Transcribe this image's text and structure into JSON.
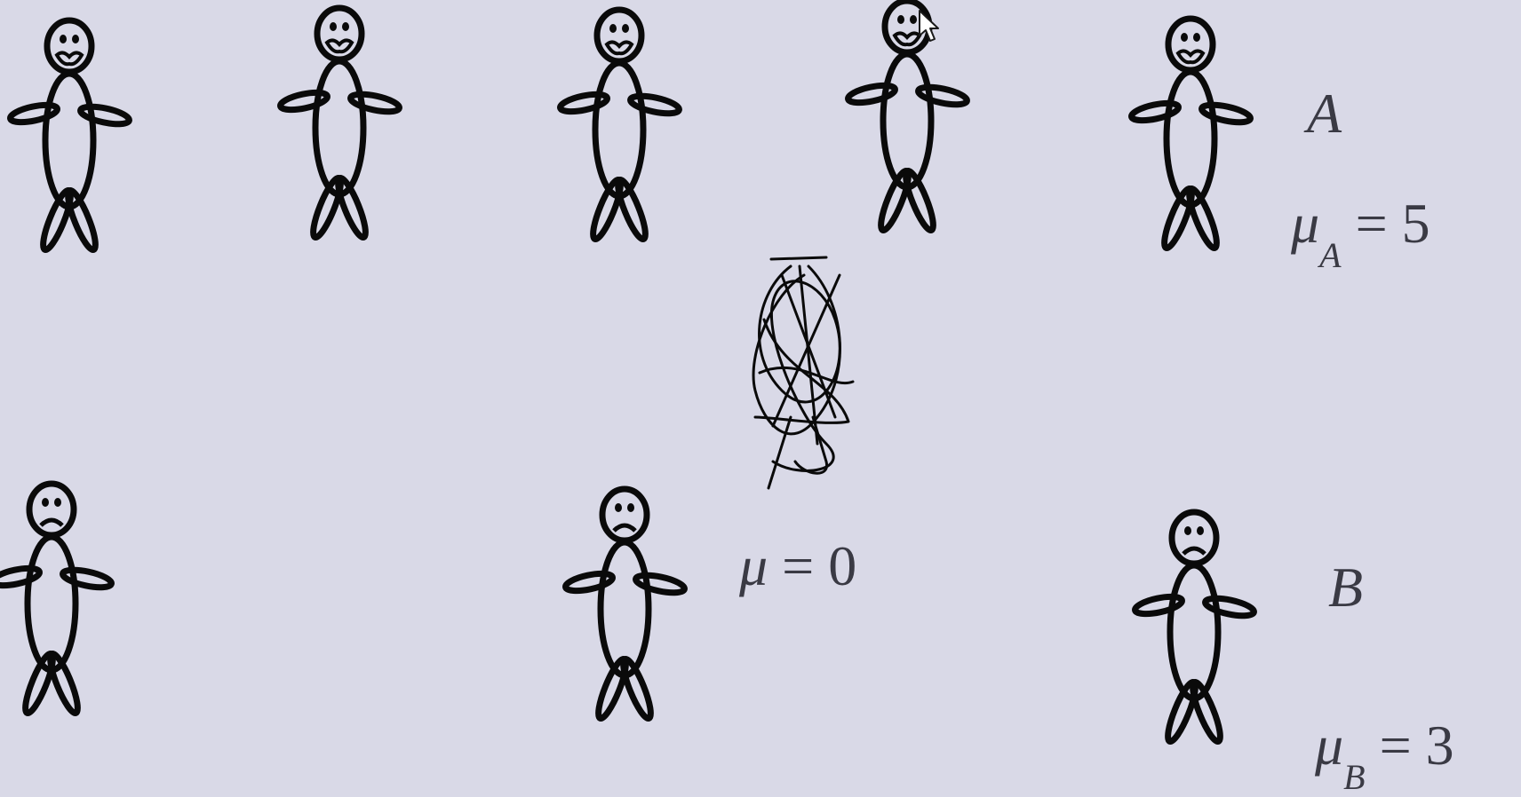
{
  "figures": [
    {
      "name": "person-top-1",
      "mood": "happy"
    },
    {
      "name": "person-top-2",
      "mood": "happy"
    },
    {
      "name": "person-top-3",
      "mood": "happy"
    },
    {
      "name": "person-top-4",
      "mood": "happy"
    },
    {
      "name": "person-top-5",
      "mood": "happy"
    },
    {
      "name": "person-bottom-1",
      "mood": "sad"
    },
    {
      "name": "person-bottom-2",
      "mood": "sad"
    },
    {
      "name": "person-bottom-3",
      "mood": "sad"
    }
  ],
  "labels": {
    "group_a": "A",
    "mu_a_symbol": "μ",
    "mu_a_sub": "A",
    "mu_a_eq": "= 5",
    "group_b": "B",
    "mu_b_symbol": "μ",
    "mu_b_sub": "B",
    "mu_b_eq": "= 3",
    "mu_symbol": "μ",
    "mu_eq": "= 0"
  },
  "colors": {
    "background": "#d9d9e7",
    "ink": "#0a0a0a",
    "label": "#3a3a44"
  }
}
